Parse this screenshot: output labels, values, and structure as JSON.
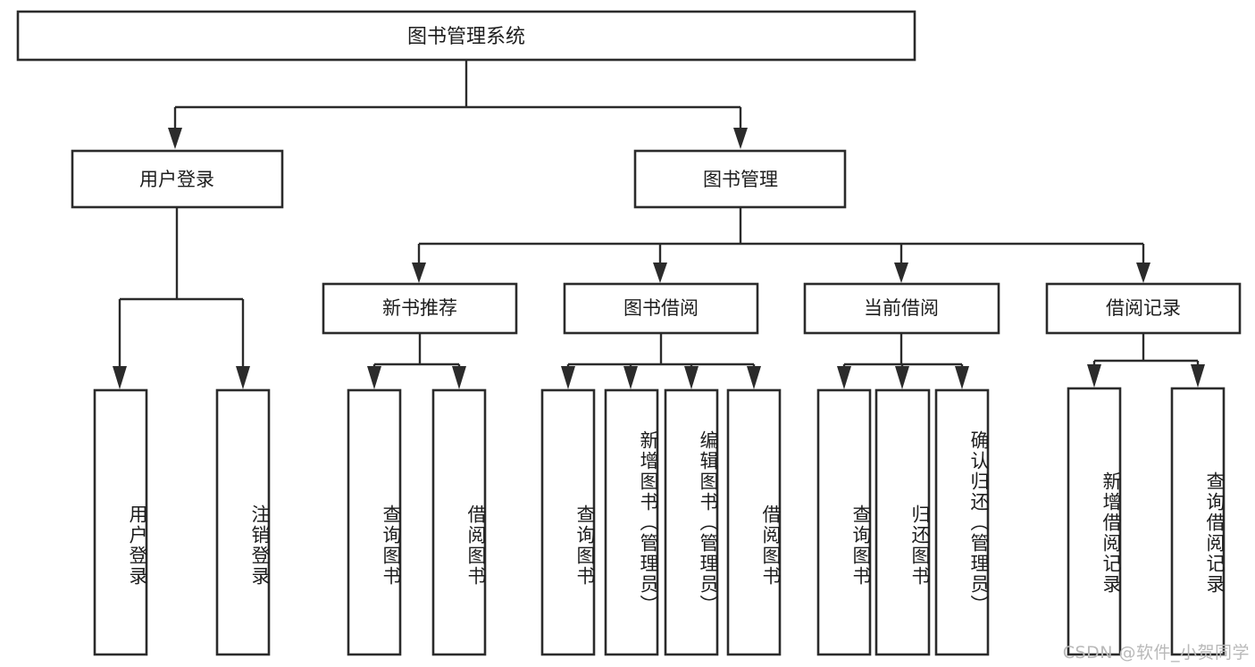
{
  "diagram": {
    "title": "图书管理系统",
    "type": "tree-hierarchy-chart",
    "colors": {
      "box_stroke": "#2b2b2b",
      "box_fill": "#ffffff",
      "connector": "#2b2b2b",
      "text": "#1d1d1d",
      "background": "#ffffff",
      "watermark": "#b9b9b9"
    },
    "root": {
      "label": "图书管理系统"
    },
    "level2": [
      {
        "label": "用户登录"
      },
      {
        "label": "图书管理"
      }
    ],
    "level3": [
      {
        "label": "新书推荐"
      },
      {
        "label": "图书借阅"
      },
      {
        "label": "当前借阅"
      },
      {
        "label": "借阅记录"
      }
    ],
    "leaves": {
      "user_login": [
        {
          "label": "用户登录"
        },
        {
          "label": "注销登录"
        }
      ],
      "new_book_recommend": [
        {
          "label": "查询图书"
        },
        {
          "label": "借阅图书"
        }
      ],
      "book_borrow": [
        {
          "label": "查询图书"
        },
        {
          "label": "新增图书（管理员）"
        },
        {
          "label": "编辑图书（管理员）"
        },
        {
          "label": "借阅图书"
        }
      ],
      "current_borrow": [
        {
          "label": "查询图书"
        },
        {
          "label": "归还图书"
        },
        {
          "label": "确认归还（管理员）"
        }
      ],
      "borrow_record": [
        {
          "label": "新增借阅记录"
        },
        {
          "label": "查询借阅记录"
        }
      ]
    }
  },
  "watermark": {
    "text": "CSDN @软件_小贺同学"
  }
}
